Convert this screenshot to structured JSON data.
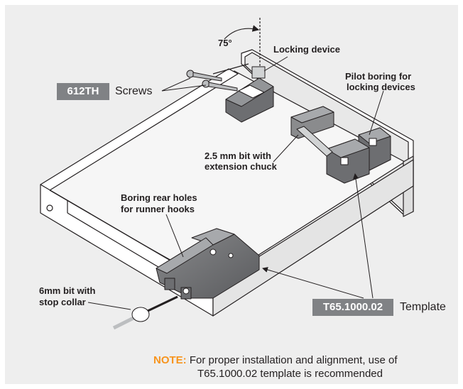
{
  "labels": {
    "angle": "75°",
    "locking_device": "Locking device",
    "pilot_boring_line1": "Pilot boring for",
    "pilot_boring_line2": "locking devices",
    "screws_code": "612TH",
    "screws": "Screws",
    "bit_25_line1": "2.5 mm bit with",
    "bit_25_line2": "extension chuck",
    "rear_holes_line1": "Boring rear holes",
    "rear_holes_line2": "for runner hooks",
    "bit_6_line1": "6mm bit with",
    "bit_6_line2": "stop collar",
    "template_code": "T65.1000.02",
    "template": "Template"
  },
  "note": {
    "prefix": "NOTE:",
    "line1": "For proper installation and alignment, use of",
    "line2": "T65.1000.02 template is recommended"
  },
  "colors": {
    "background": "#eeeeee",
    "badge": "#808285",
    "note_accent": "#f7941d",
    "drawer_wood": "#ffffff",
    "template_gray": "#6d6e71"
  }
}
